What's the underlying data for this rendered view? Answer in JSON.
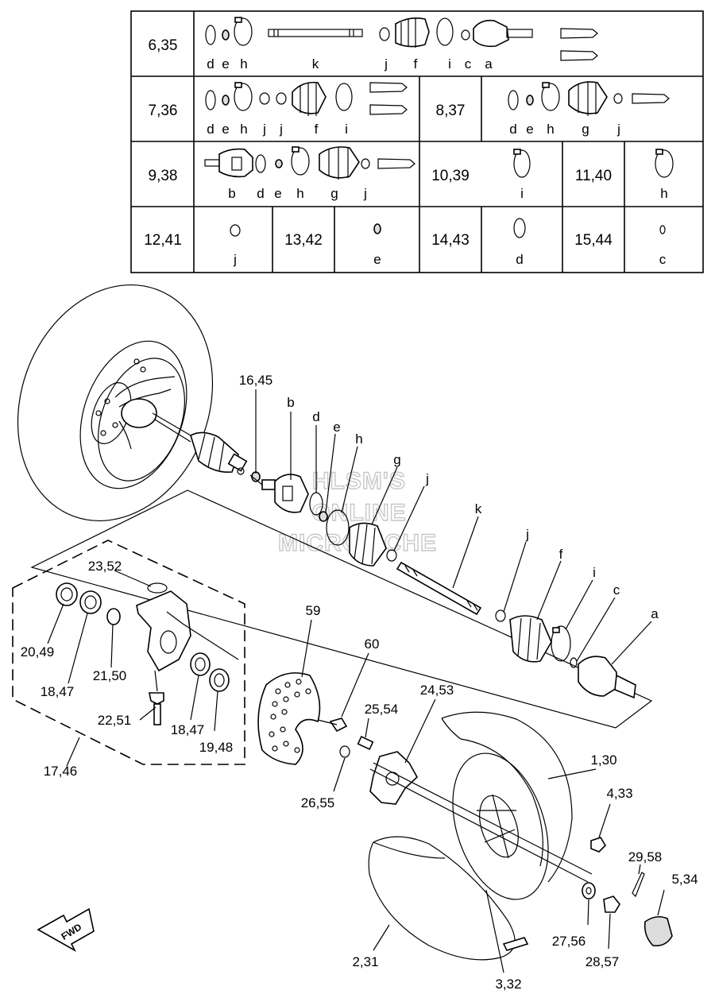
{
  "table": {
    "rows": [
      {
        "ref": "6,35",
        "parts": [
          "d",
          "e",
          "h",
          "k",
          "j",
          "f",
          "i",
          "c",
          "a"
        ]
      },
      {
        "ref": "7,36",
        "parts": [
          "d",
          "e",
          "h",
          "j",
          "j",
          "f",
          "i"
        ]
      },
      {
        "ref": "8,37",
        "parts": [
          "d",
          "e",
          "h",
          "g",
          "j"
        ]
      },
      {
        "ref": "9,38",
        "parts": [
          "b",
          "d",
          "e",
          "h",
          "g",
          "j"
        ]
      },
      {
        "ref": "10,39",
        "parts": [
          "i"
        ]
      },
      {
        "ref": "11,40",
        "parts": [
          "h"
        ]
      },
      {
        "ref": "12,41",
        "parts": [
          "j"
        ]
      },
      {
        "ref": "13,42",
        "parts": [
          "e"
        ]
      },
      {
        "ref": "14,43",
        "parts": [
          "d"
        ]
      },
      {
        "ref": "15,44",
        "parts": [
          "c"
        ]
      }
    ]
  },
  "callouts": {
    "c16_45": "16,45",
    "b": "b",
    "d": "d",
    "e": "e",
    "h": "h",
    "g": "g",
    "j1": "j",
    "k": "k",
    "j2": "j",
    "f": "f",
    "i": "i",
    "c": "c",
    "a": "a",
    "c23_52": "23,52",
    "c20_49": "20,49",
    "c18_47a": "18,47",
    "c21_50": "21,50",
    "c22_51": "22,51",
    "c18_47b": "18,47",
    "c19_48": "19,48",
    "c17_46": "17,46",
    "c59": "59",
    "c60": "60",
    "c24_53": "24,53",
    "c25_54": "25,54",
    "c26_55": "26,55",
    "c1_30": "1,30",
    "c4_33": "4,33",
    "c29_58": "29,58",
    "c5_34": "5,34",
    "c27_56": "27,56",
    "c28_57": "28,57",
    "c2_31": "2,31",
    "c3_32": "3,32"
  },
  "watermark": [
    "HLSM'S",
    "ONLINE",
    "MICROFICHE"
  ],
  "fwd_label": "FWD"
}
